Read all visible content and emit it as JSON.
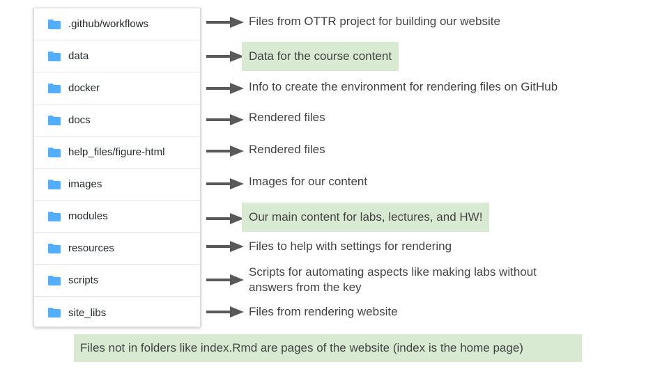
{
  "folders": [
    {
      "name": ".github/workflows"
    },
    {
      "name": "data"
    },
    {
      "name": "docker"
    },
    {
      "name": "docs"
    },
    {
      "name": "help_files/figure-html"
    },
    {
      "name": "images"
    },
    {
      "name": "modules"
    },
    {
      "name": "resources"
    },
    {
      "name": "scripts"
    },
    {
      "name": "site_libs"
    }
  ],
  "descriptions": [
    {
      "text": "Files from OTTR project for building our website",
      "highlighted": false
    },
    {
      "text": "Data for the course content",
      "highlighted": true
    },
    {
      "text": "Info to create the environment for rendering files on GitHub",
      "highlighted": false
    },
    {
      "text": "Rendered files",
      "highlighted": false
    },
    {
      "text": "Rendered files",
      "highlighted": false
    },
    {
      "text": "Images for our content",
      "highlighted": false
    },
    {
      "text": "Our main content for labs, lectures, and HW!",
      "highlighted": true
    },
    {
      "text": "Files to help with settings for rendering",
      "highlighted": false
    },
    {
      "text": "Scripts for automating aspects like making labs without answers from the key",
      "highlighted": false
    },
    {
      "text": "Files from rendering website",
      "highlighted": false
    }
  ],
  "footer_note": "Files not in folders like index.Rmd are pages of the website (index is the home page)",
  "colors": {
    "folder_icon": "#54aeff",
    "highlight": "#d9ead3",
    "arrow": "#595959"
  }
}
